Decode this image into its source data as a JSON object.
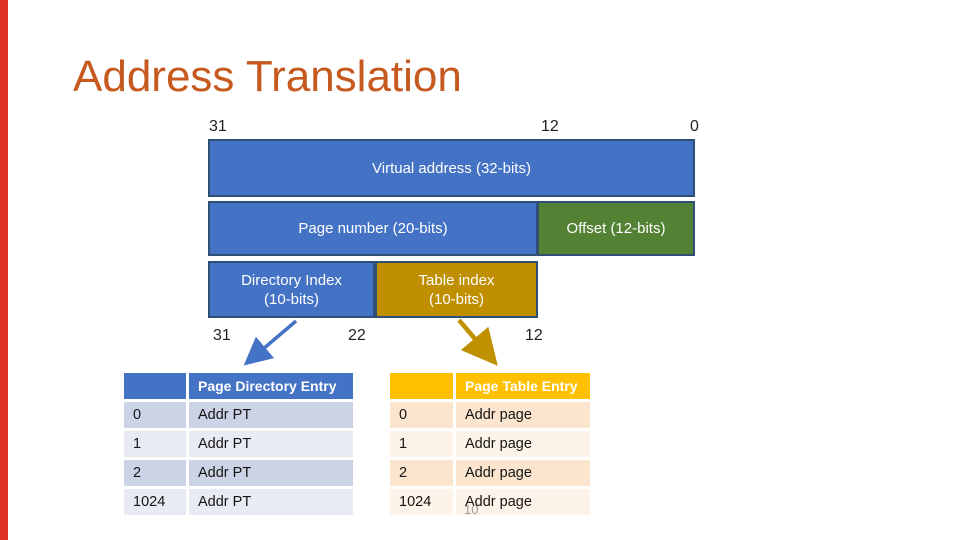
{
  "title": "Address Translation",
  "diagram": {
    "top_bits": [
      "31",
      "12",
      "0"
    ],
    "mid_bits": [
      "31",
      "22",
      "12"
    ],
    "virtual_address_label": "Virtual address (32-bits)",
    "page_number_label": "Page number (20-bits)",
    "offset_label": "Offset (12-bits)",
    "directory_index_line1": "Directory Index",
    "directory_index_line2": "(10-bits)",
    "table_index_line1": "Table index",
    "table_index_line2": "(10-bits)"
  },
  "directory_table": {
    "header": "Page Directory Entry",
    "rows": [
      {
        "index": "0",
        "value": "Addr PT"
      },
      {
        "index": "1",
        "value": "Addr PT"
      },
      {
        "index": "2",
        "value": "Addr PT"
      },
      {
        "index": "1024",
        "value": "Addr PT"
      }
    ]
  },
  "page_table": {
    "header": "Page Table Entry",
    "rows": [
      {
        "index": "0",
        "value": "Addr page"
      },
      {
        "index": "1",
        "value": "Addr page"
      },
      {
        "index": "2",
        "value": "Addr page"
      },
      {
        "index": "1024",
        "value": "Addr page"
      }
    ]
  },
  "footer_page_number": "10",
  "colors": {
    "accent_bar_red": "#de3023",
    "title_orange": "#c6591e",
    "box_blue": "#4472c4",
    "box_green": "#548235",
    "box_dark_gold": "#bf8f00",
    "box_border": "#2e5077",
    "table_header_blue": "#4472c4",
    "table_header_amber": "#ffc000",
    "left_band_dark": "#cdd3e6",
    "left_band_light": "#e9ebf4",
    "right_band_dark": "#fbe5ce",
    "right_band_light": "#fdf3e8",
    "arrow_blue": "#4472c4",
    "arrow_gold": "#bf9000",
    "footer_grey": "#9c9c9c"
  }
}
